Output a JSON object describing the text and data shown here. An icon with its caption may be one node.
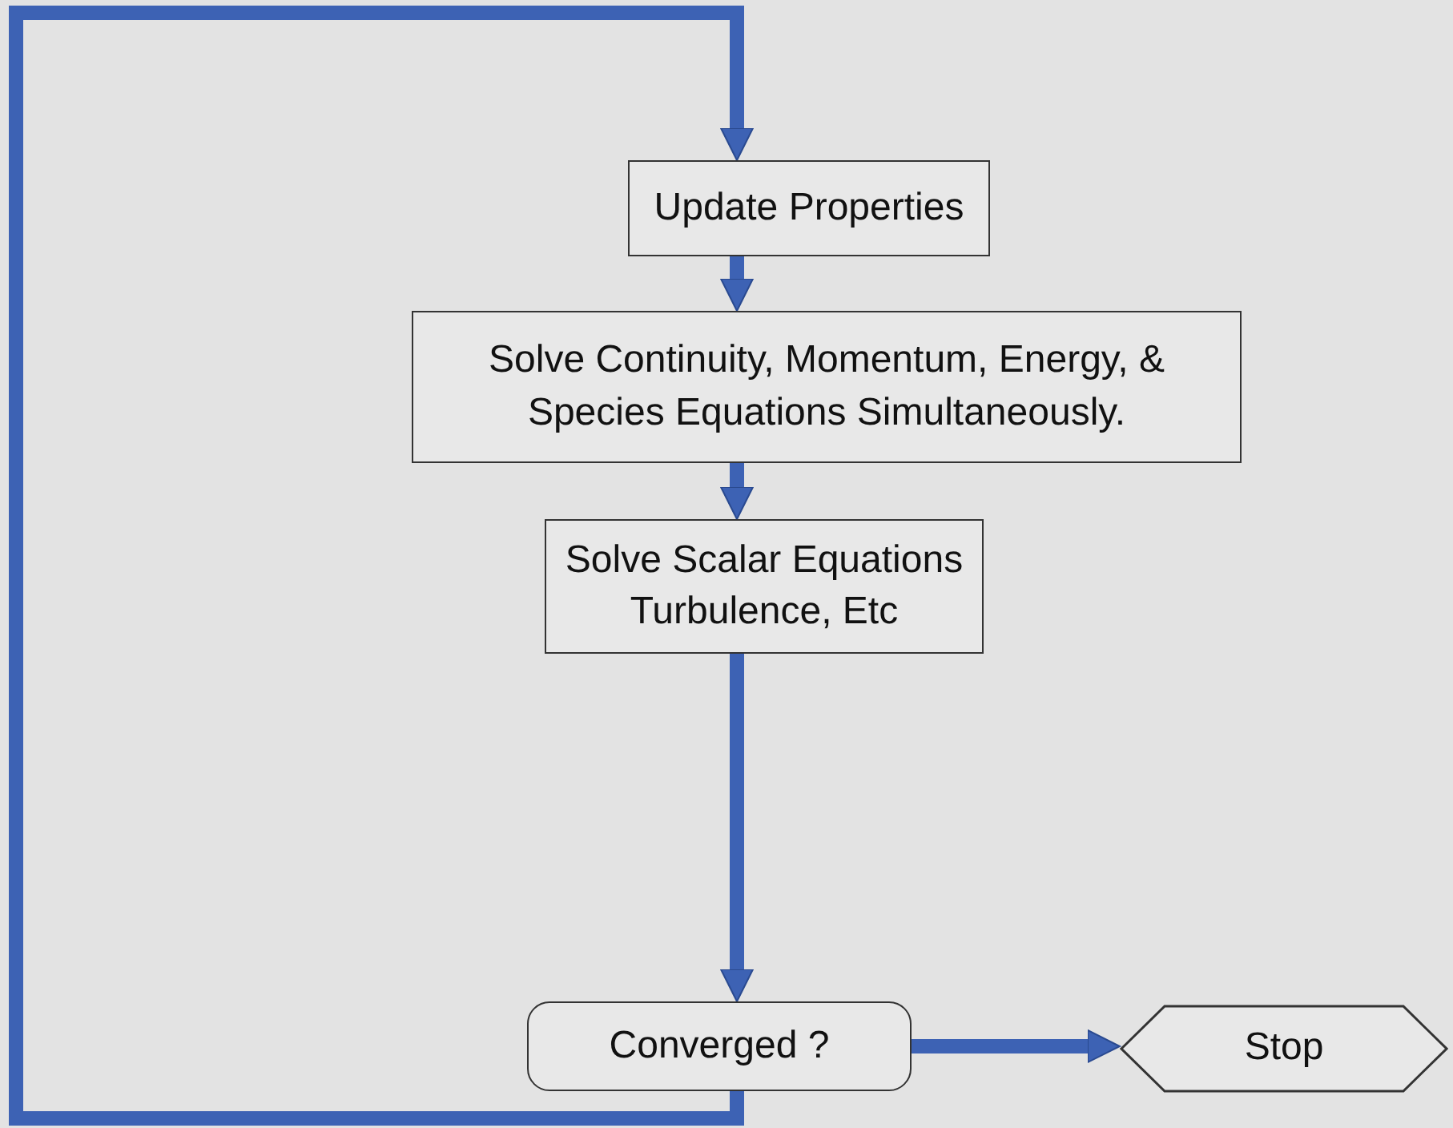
{
  "diagram": {
    "nodes": [
      {
        "text": [
          "Update Properties"
        ]
      },
      {
        "text": [
          "Solve Continuity, Momentum, Energy, & Species Equations Simultaneously."
        ]
      },
      {
        "text": [
          "Solve Scalar Equations Turbulence, Etc"
        ]
      },
      {
        "text": [
          "Converged ?"
        ]
      },
      {
        "text": [
          "Stop"
        ]
      }
    ],
    "edges": [
      {
        "from": 0,
        "to": 1,
        "arrow": "to"
      },
      {
        "from": 1,
        "to": 2,
        "arrow": "to"
      },
      {
        "from": 2,
        "to": 3,
        "arrow": "to"
      },
      {
        "from": 3,
        "to": 4,
        "arrow": "to"
      },
      {
        "from": 3,
        "to": 0,
        "arrow": "to"
      }
    ]
  }
}
